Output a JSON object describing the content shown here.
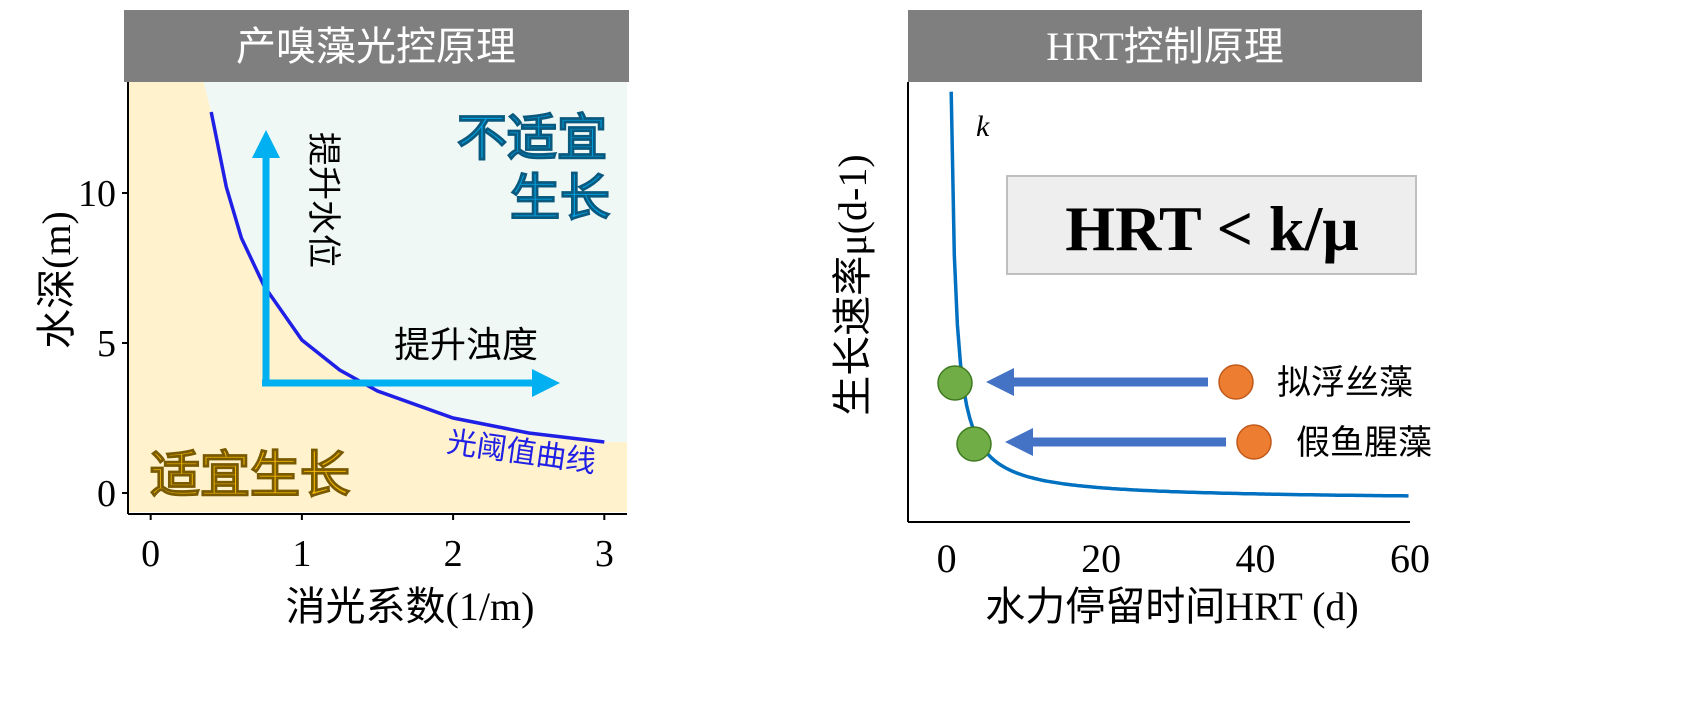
{
  "left_panel": {
    "title": "产嗅藻光控原理",
    "region_unsuitable": [
      "不适宜",
      "生长"
    ],
    "region_suitable": "适宜生长",
    "arrow_up_label": "提升水位",
    "arrow_right_label": "提升浊度",
    "curve_label": "光阈值曲线",
    "colors": {
      "header": "#7f7f7f",
      "suitable_fill": "#fff2cc",
      "unsuitable_fill": "#f0f8f6",
      "curve": "#1f1fe6",
      "arrow": "#00b0f0",
      "unsuitable_text": "#00a0e0",
      "suitable_text": "#f5b800"
    }
  },
  "right_panel": {
    "title": "HRT控制原理",
    "formula": "HRT < k/μ",
    "k_label": "k",
    "points": [
      {
        "label": "拟浮丝藻"
      },
      {
        "label": "假鱼腥藻"
      }
    ],
    "colors": {
      "header": "#7f7f7f",
      "curve": "#0070c0",
      "arrow": "#4472c4",
      "orange": "#ed7d31",
      "green": "#70ad47",
      "formula_box": "#eeeeee"
    }
  },
  "chart_data": [
    {
      "type": "line",
      "title": "产嗅藻光控原理",
      "xlabel": "消光系数(1/m)",
      "ylabel": "水深(m)",
      "xlim": [
        -0.15,
        3.15
      ],
      "ylim": [
        -0.7,
        13.7
      ],
      "xticks": [
        0,
        1,
        2,
        3
      ],
      "yticks": [
        0,
        5,
        10
      ],
      "series": [
        {
          "name": "光阈值曲线",
          "x": [
            0.4,
            0.5,
            0.6,
            0.75,
            1.0,
            1.25,
            1.5,
            2.0,
            2.5,
            3.0
          ],
          "y": [
            12.7,
            10.2,
            8.5,
            6.9,
            5.1,
            4.1,
            3.4,
            2.5,
            2.0,
            1.7
          ]
        }
      ],
      "arrows": [
        {
          "label": "提升水位",
          "from": [
            0.75,
            3.6
          ],
          "to": [
            0.75,
            12.1
          ]
        },
        {
          "label": "提升浊度",
          "from": [
            0.75,
            3.6
          ],
          "to": [
            2.7,
            3.6
          ]
        }
      ],
      "regions": [
        "适宜生长",
        "不适宜生长"
      ]
    },
    {
      "type": "line",
      "title": "HRT控制原理",
      "xlabel": "水力停留时间HRT (d)",
      "ylabel": "生长速率μ(d-1)",
      "xlim": [
        -5,
        60
      ],
      "xticks": [
        0,
        20,
        40,
        60
      ],
      "series": [
        {
          "name": "k",
          "function": "k/HRT"
        }
      ],
      "scatter": [
        {
          "name": "拟浮丝藻",
          "from_x": 37,
          "to_x": 3.5
        },
        {
          "name": "假鱼腥藻",
          "from_x": 40,
          "to_x": 7
        }
      ],
      "annotation": "HRT < k/μ"
    }
  ]
}
